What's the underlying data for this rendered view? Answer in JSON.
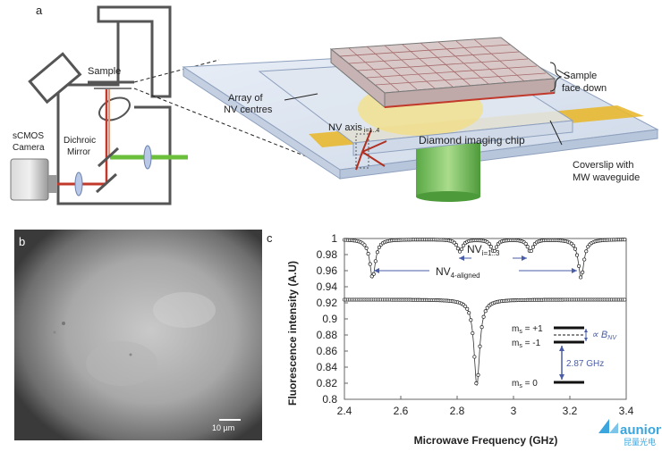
{
  "panels": {
    "a": "a",
    "b": "b",
    "c": "c"
  },
  "setup_labels": {
    "sample": "Sample",
    "camera_line1": "sCMOS",
    "camera_line2": "Camera",
    "dichroic_line1": "Dichroic",
    "dichroic_line2": "Mirror"
  },
  "chip_labels": {
    "array_line1": "Array of",
    "array_line2": "NV centres",
    "sample_face_line1": "Sample",
    "sample_face_line2": "face down",
    "nv_axis": "NV axis",
    "nv_axis_sub": "i=1..4",
    "diamond": "Diamond imaging chip",
    "coverslip_line1": "Coverslip with",
    "coverslip_line2": "MW waveguide"
  },
  "micrograph": {
    "scale_label": "10 µm"
  },
  "annotations": {
    "nv_i": "NV",
    "nv_i_sub": "i=1..3",
    "nv_aligned": "NV",
    "nv_aligned_sub": "4-aligned",
    "ms_plus": "m",
    "ms_plus_suffix": " = +1",
    "ms_minus_suffix": " = -1",
    "ms_zero_suffix": " = 0",
    "ms_sub": "s",
    "prop_symbol": "∝ B",
    "prop_sub": "NV",
    "zfs": "2.87 GHz"
  },
  "watermark": {
    "brand": "aunion",
    "sub": "昆量光电"
  },
  "colors": {
    "plot_blue": "#4a5ea8",
    "laser_red": "#c0392b",
    "laser_green": "#6bbf3b",
    "waveguide_gold": "#e8b830"
  },
  "chart_data": {
    "type": "line",
    "xlabel": "Microwave Frequency (GHz)",
    "ylabel": "Fluorescence intensity (A.U)",
    "xlim": [
      2.4,
      3.4
    ],
    "ylim": [
      0.8,
      1.0
    ],
    "x_ticks": [
      2.4,
      2.6,
      2.8,
      3.0,
      3.2,
      3.4
    ],
    "x_tick_labels": [
      "2.4",
      "2.6",
      "2.8",
      "3",
      "3.2",
      "3.4"
    ],
    "y_ticks": [
      0.8,
      0.82,
      0.84,
      0.86,
      0.88,
      0.9,
      0.92,
      0.94,
      0.96,
      0.98,
      1.0
    ],
    "y_tick_labels": [
      "0.8",
      "0.82",
      "0.84",
      "0.86",
      "0.88",
      "0.9",
      "0.92",
      "0.94",
      "0.96",
      "0.98",
      "1"
    ],
    "grid": false,
    "series": [
      {
        "baseline": 0.999,
        "dips": [
          {
            "x": 2.5,
            "y": 0.951
          },
          {
            "x": 2.81,
            "y": 0.984
          },
          {
            "x": 2.93,
            "y": 0.984
          },
          {
            "x": 3.06,
            "y": 0.984
          },
          {
            "x": 3.24,
            "y": 0.951
          }
        ]
      },
      {
        "baseline": 0.924,
        "dips": [
          {
            "x": 2.87,
            "y": 0.817
          }
        ]
      }
    ]
  }
}
